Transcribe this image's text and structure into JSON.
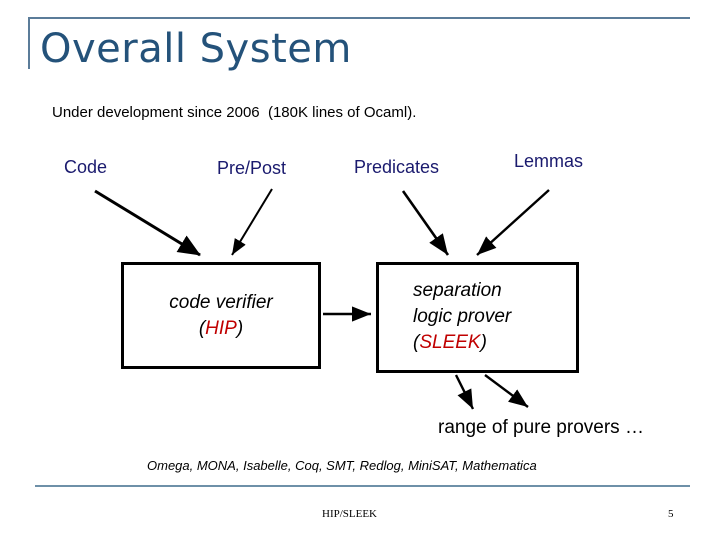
{
  "slide": {
    "title": "Overall System",
    "subtitle": "Under development since 2006  (180K lines of Ocaml).",
    "title_color": "#24527A",
    "rule_color": "#5B7C99",
    "accent_color": "#C00000",
    "label_color": "#1A1A6E"
  },
  "inputs": [
    {
      "id": "code",
      "label": "Code"
    },
    {
      "id": "prepost",
      "label": "Pre/Post"
    },
    {
      "id": "predicates",
      "label": "Predicates"
    },
    {
      "id": "lemmas",
      "label": "Lemmas"
    }
  ],
  "boxes": {
    "hip": {
      "line1": "code verifier",
      "open_paren": "(",
      "name": "HIP",
      "close_paren": ")"
    },
    "sleek": {
      "line1": "separation",
      "line2": "logic prover",
      "open_paren": "(",
      "name": "SLEEK",
      "close_paren": ")"
    }
  },
  "notes": {
    "range": "range of pure provers …",
    "provers": "Omega, MONA, Isabelle, Coq, SMT, Redlog, MiniSAT, Mathematica"
  },
  "footer": {
    "label": "HIP/SLEEK",
    "page_number": "5"
  }
}
